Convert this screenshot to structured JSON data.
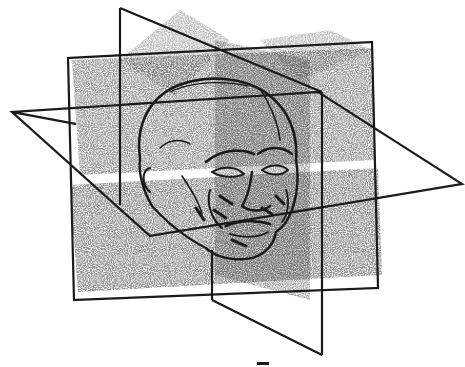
{
  "figure": {
    "subject": "head-with-orthogonal-planes",
    "planes": [
      "axial-plane",
      "coronal-plane",
      "sagittal-plane"
    ],
    "ink_color": "#1a1a1a",
    "stipple_color": "#444444",
    "background_color": "#ffffff"
  }
}
